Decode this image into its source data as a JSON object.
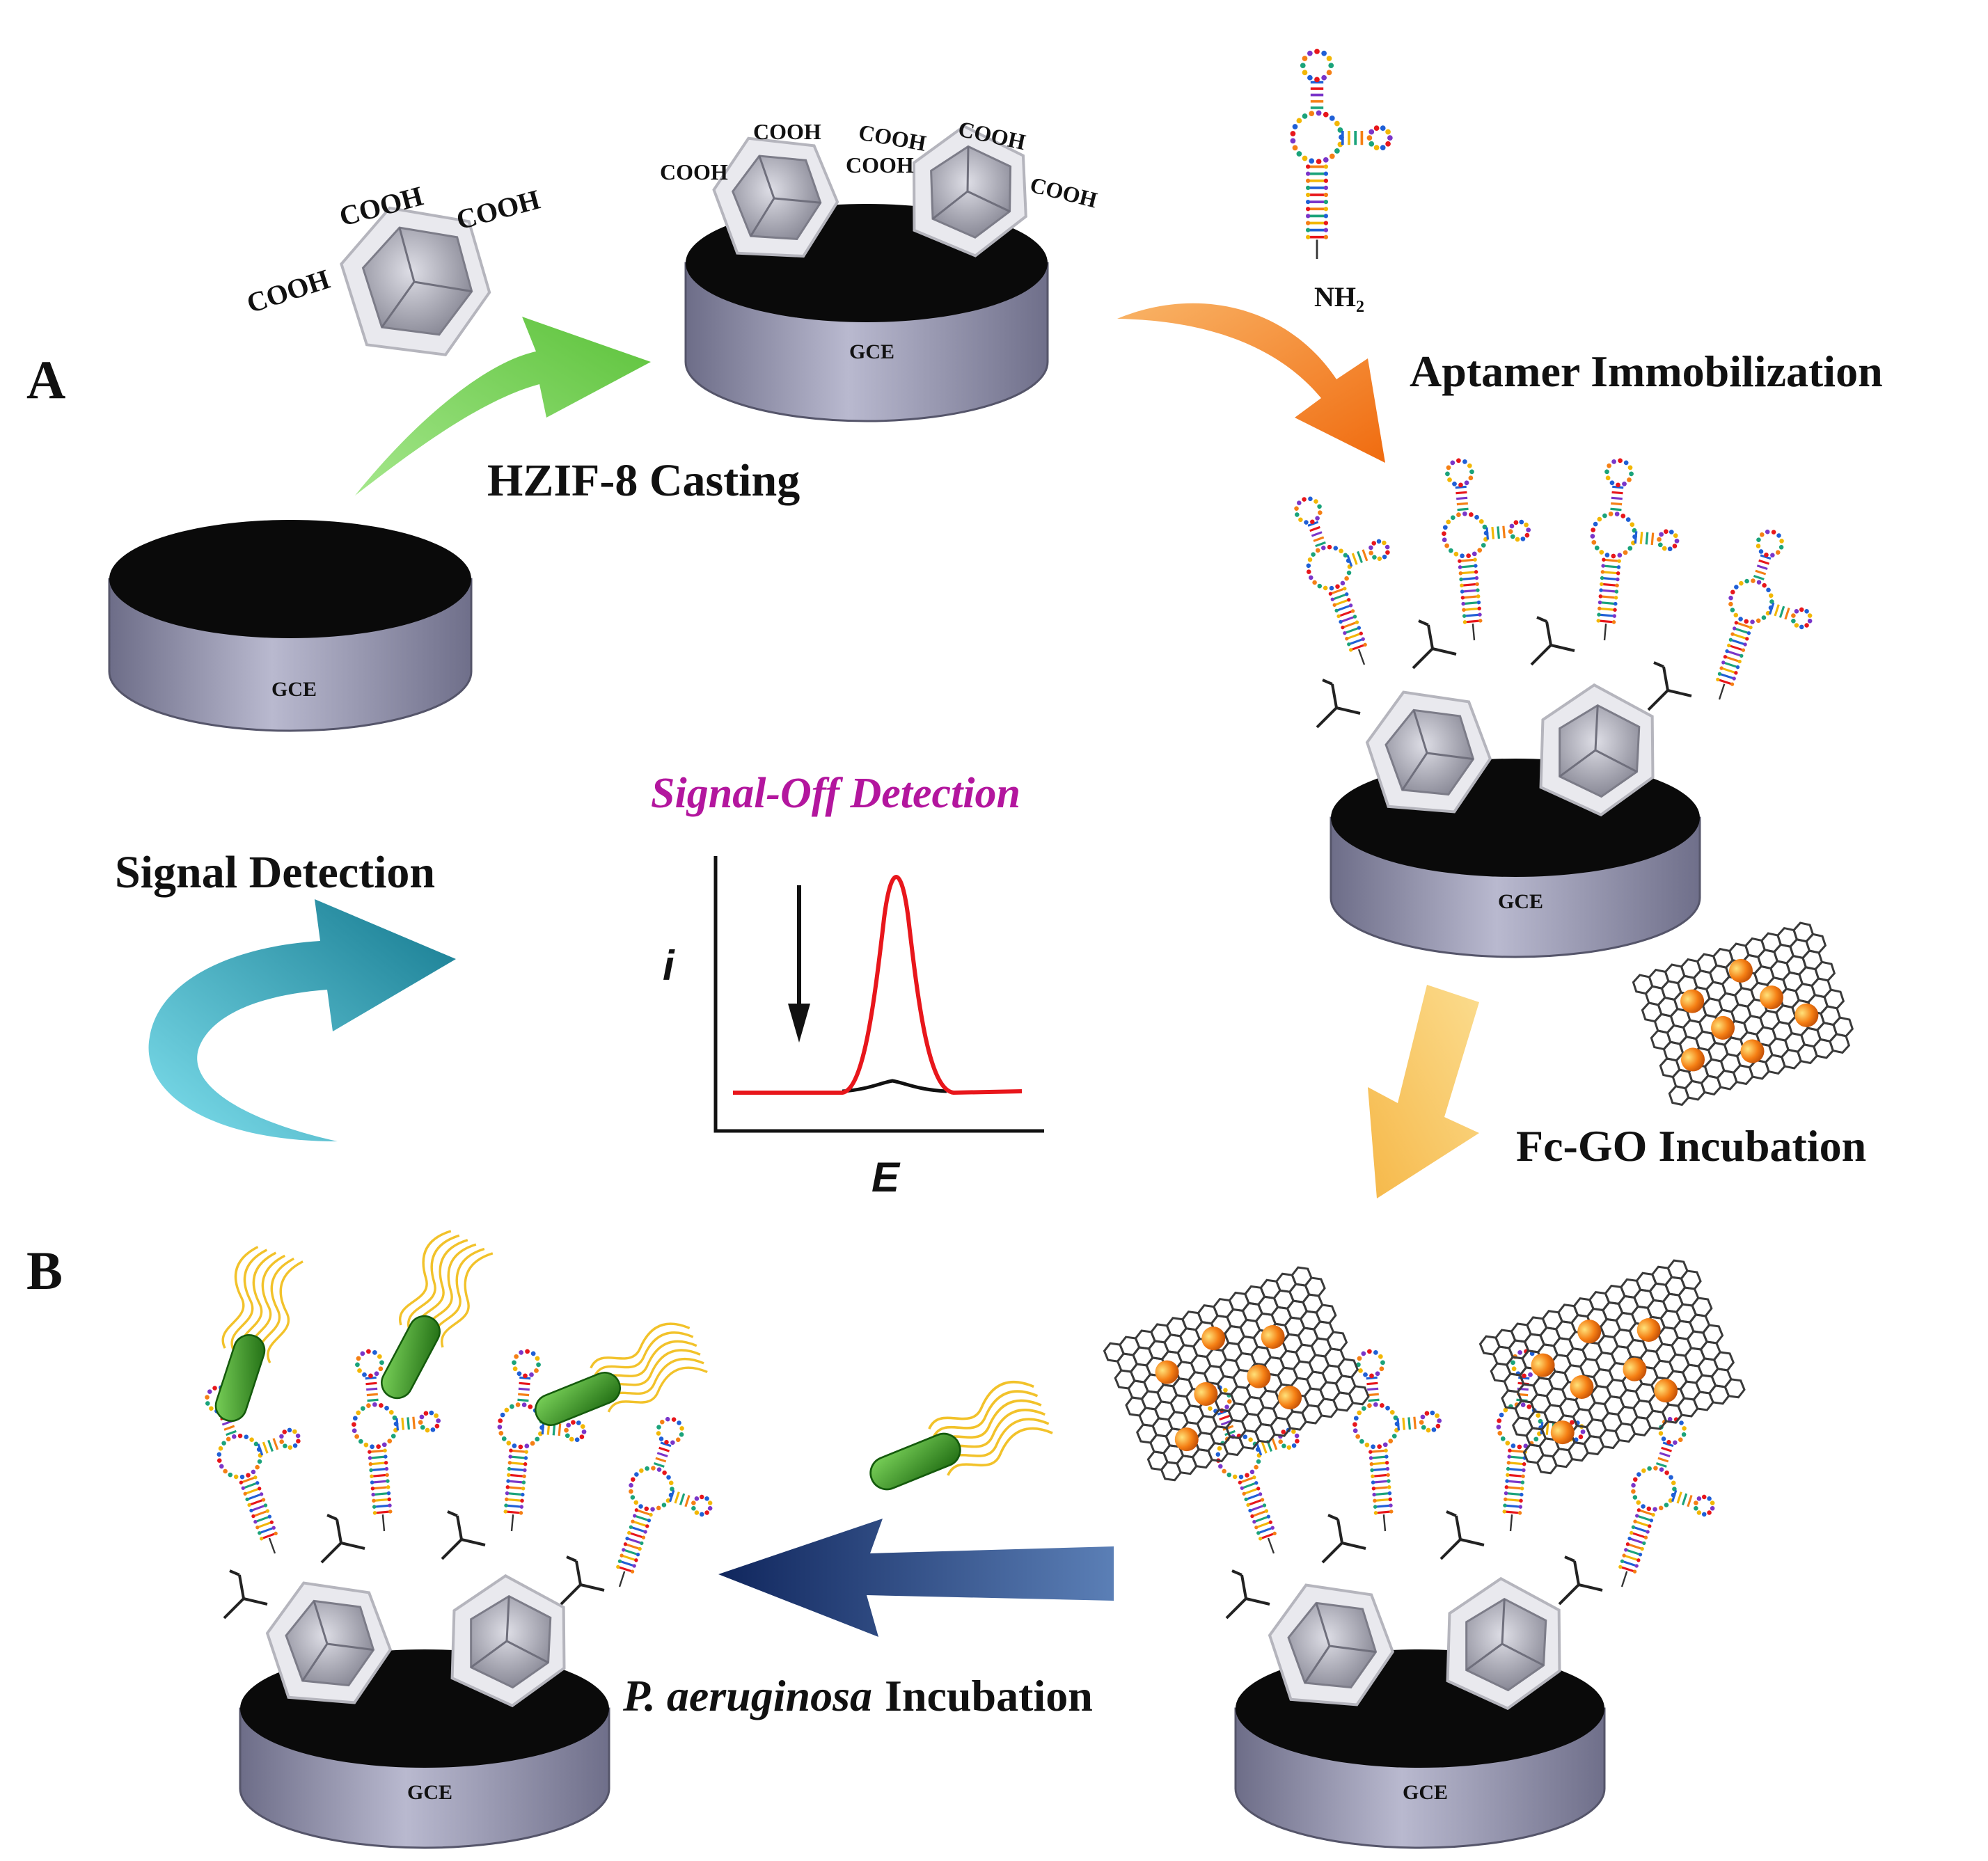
{
  "panels": {
    "a": "A",
    "b": "B"
  },
  "steps": {
    "casting": "HZIF-8 Casting",
    "aptamer": "Aptamer Immobilization",
    "fcgo": "Fc-GO Incubation",
    "incubation_species": "P. aeruginosa",
    "incubation_word": "Incubation",
    "signal": "Signal Detection",
    "signal_off": "Signal-Off Detection"
  },
  "electrode_label": "GCE",
  "chem": {
    "carboxyl": "COOH",
    "amine": "NH₂"
  },
  "plot": {
    "ylabel": "i",
    "xlabel": "E"
  },
  "colors": {
    "casting_arrow": "#5cc23a",
    "aptamer_arrow": "#f37a14",
    "fcgo_arrow": "#f8c255",
    "incubation_arrow": "#1b3470",
    "signal_arrow": "#1a9fb6",
    "signal_off_text": "#b3169e",
    "curve_high": "#e8161b",
    "curve_low": "#111111",
    "electrode_body": "#8f8faa",
    "bacteria": "#2f8a1f",
    "flagella": "#f2c22a",
    "ferrocene": "#f57f14"
  }
}
